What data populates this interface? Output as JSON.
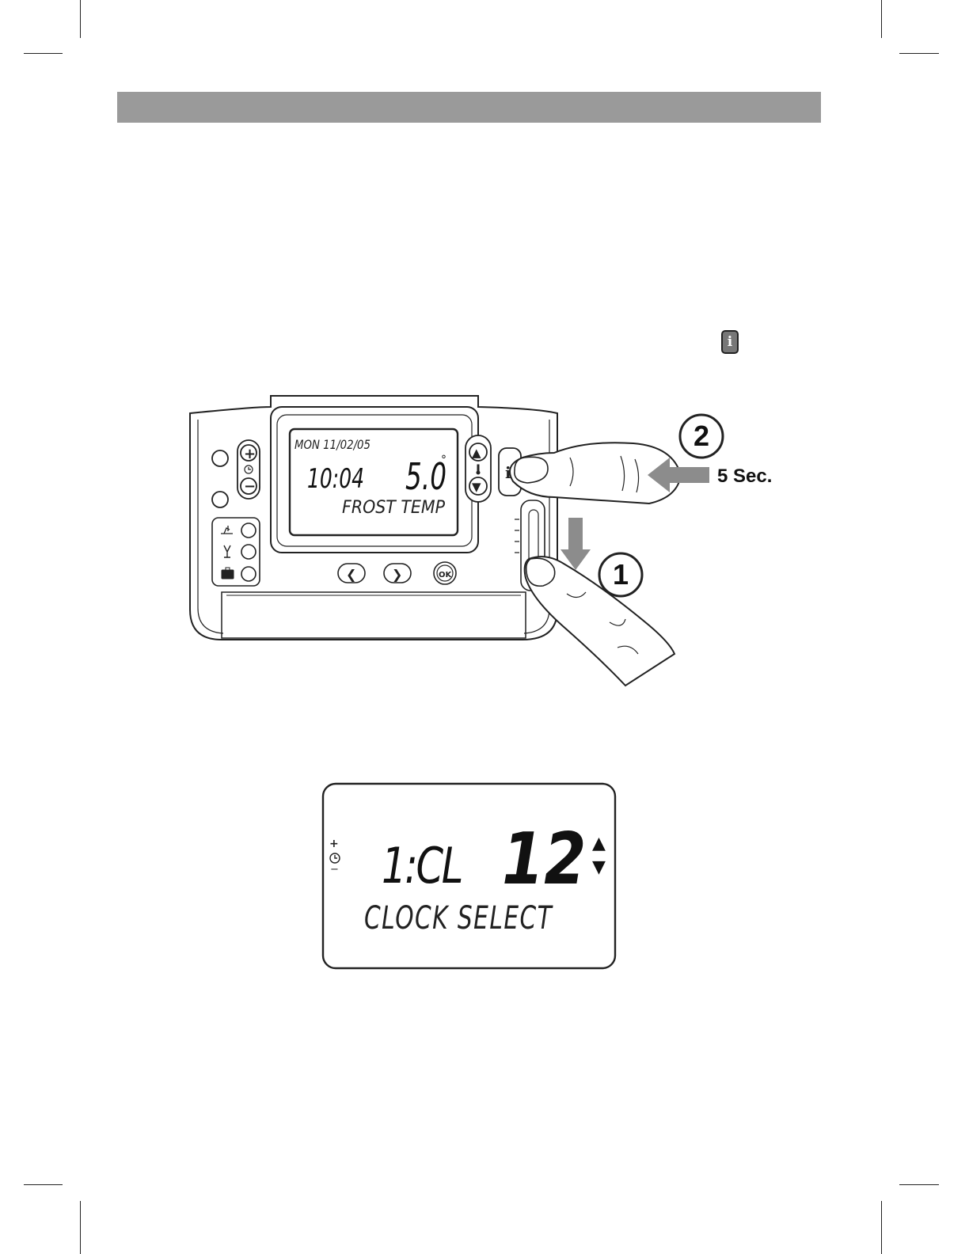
{
  "header": {
    "color": "#9a9a9a"
  },
  "info_icon": {
    "glyph": "i",
    "name": "info-icon"
  },
  "thermostat": {
    "lcd": {
      "date": "MON 11/02/05",
      "time": "10:04",
      "temperature": "5.0",
      "degree": "°",
      "message": "FROST TEMP"
    },
    "buttons": {
      "left_arrow": "❮",
      "right_arrow": "❯",
      "ok": "OK",
      "plus": "+",
      "minus": "−",
      "up": "▲",
      "down": "▼",
      "info": "i"
    }
  },
  "instructions": {
    "step_1": "1",
    "step_2": "2",
    "duration": "5 Sec."
  },
  "lcd_large": {
    "clock_plus": "+",
    "clock_minus": "−",
    "code": "1:CL",
    "value": "12",
    "message": "CLOCK SELECT",
    "up": "▲",
    "down": "▼"
  }
}
